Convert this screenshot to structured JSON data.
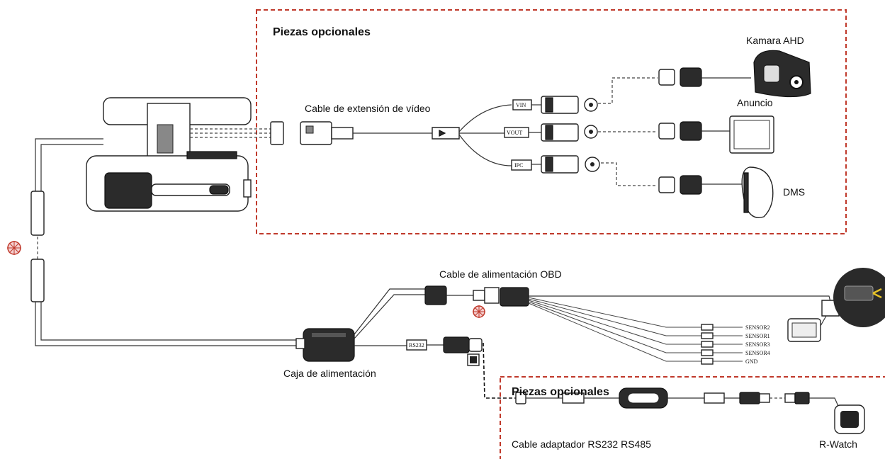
{
  "optional_top": {
    "title": "Piezas opcionales",
    "video_cable": "Cable de extensión de vídeo",
    "camera": "Kamara AHD",
    "ad": "Anuncio",
    "dms": "DMS",
    "tags": {
      "vin": "VIN",
      "vout": "VOUT",
      "ipc": "IPC"
    }
  },
  "power": {
    "obd_cable": "Cable de alimentación OBD",
    "box": "Caja de alimentación",
    "rs232_tag": "RS232",
    "sensors": [
      "SENSOR2",
      "SENSOR1",
      "SENSOR3",
      "SENSOR4",
      "GND"
    ]
  },
  "optional_bottom": {
    "title": "Piezas opcionales",
    "adapter": "Cable adaptador RS232 RS485",
    "rwatch": "R-Watch"
  },
  "colors": {
    "dashed_box": "#c0392b",
    "accent_arrow": "#e6c229"
  }
}
